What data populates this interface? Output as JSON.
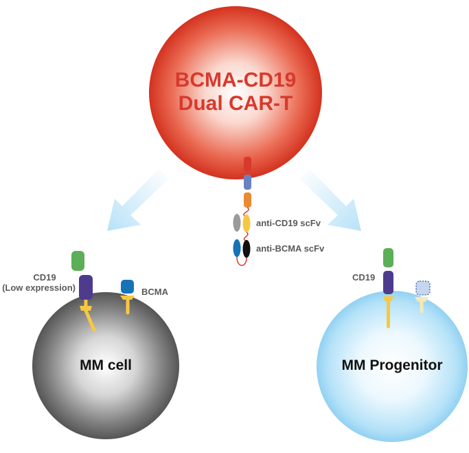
{
  "car_t": {
    "title_line1": "BCMA-CD19",
    "title_line2": "Dual CAR-T",
    "scfv_cd19_label": "anti-CD19 scFv",
    "scfv_bcma_label": "anti-BCMA scFv"
  },
  "mm_cell": {
    "name": "MM cell",
    "cd19_label": "CD19",
    "cd19_note": "(Low expression)",
    "bcma_label": "BCMA"
  },
  "mm_progenitor": {
    "name": "MM Progenitor",
    "cd19_label": "CD19"
  },
  "colors": {
    "car_t_red": "#d8392c",
    "mm_cell_gray": "#6b6b6b",
    "progenitor_blue": "#a9dcf6",
    "arrow_blue": "#bfe6fa",
    "cd19_green": "#5cae57",
    "cd19_purple": "#4e3b8e",
    "stalk_yellow": "#f6c842",
    "bcma_blue": "#1673b8"
  }
}
